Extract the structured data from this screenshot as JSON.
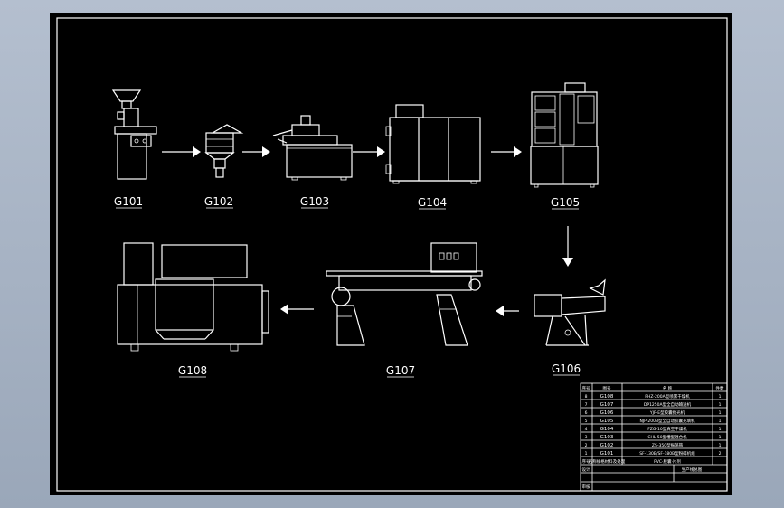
{
  "machines": [
    {
      "code": "G101"
    },
    {
      "code": "G102"
    },
    {
      "code": "G103"
    },
    {
      "code": "G104"
    },
    {
      "code": "G105"
    },
    {
      "code": "G106"
    },
    {
      "code": "G107"
    },
    {
      "code": "G108"
    }
  ],
  "title_block": {
    "header": {
      "no": "序号",
      "code": "图号",
      "name": "名  称",
      "qty": "件数"
    },
    "rows": [
      {
        "no": "8",
        "code": "G108",
        "name": "PHZ-200A型喷雾干燥机",
        "qty": "1"
      },
      {
        "no": "7",
        "code": "G107",
        "name": "DP1250A型全自动输送机",
        "qty": "1"
      },
      {
        "no": "6",
        "code": "G106",
        "name": "YJP-E型胶囊抛光机",
        "qty": "1"
      },
      {
        "no": "5",
        "code": "G105",
        "name": "NJP-200B型全自动胶囊充填机",
        "qty": "1"
      },
      {
        "no": "4",
        "code": "G104",
        "name": "FZG-10型真空干燥机",
        "qty": "1"
      },
      {
        "no": "3",
        "code": "G103",
        "name": "CHL-50型槽型混合机",
        "qty": "1"
      },
      {
        "no": "2",
        "code": "G102",
        "name": "ZS-350型振荡筛",
        "qty": "1"
      },
      {
        "no": "1",
        "code": "G101",
        "name": "SF-130B/SF-180B型粉碎机组",
        "qty": "2"
      }
    ],
    "footer1": {
      "a": "序号",
      "b": "名称规格材料及处理",
      "c": "PVC·胶囊·片剂"
    },
    "footer2": {
      "a": "设计",
      "b": "生产线总图"
    },
    "footer3": {
      "a": "审核"
    }
  }
}
